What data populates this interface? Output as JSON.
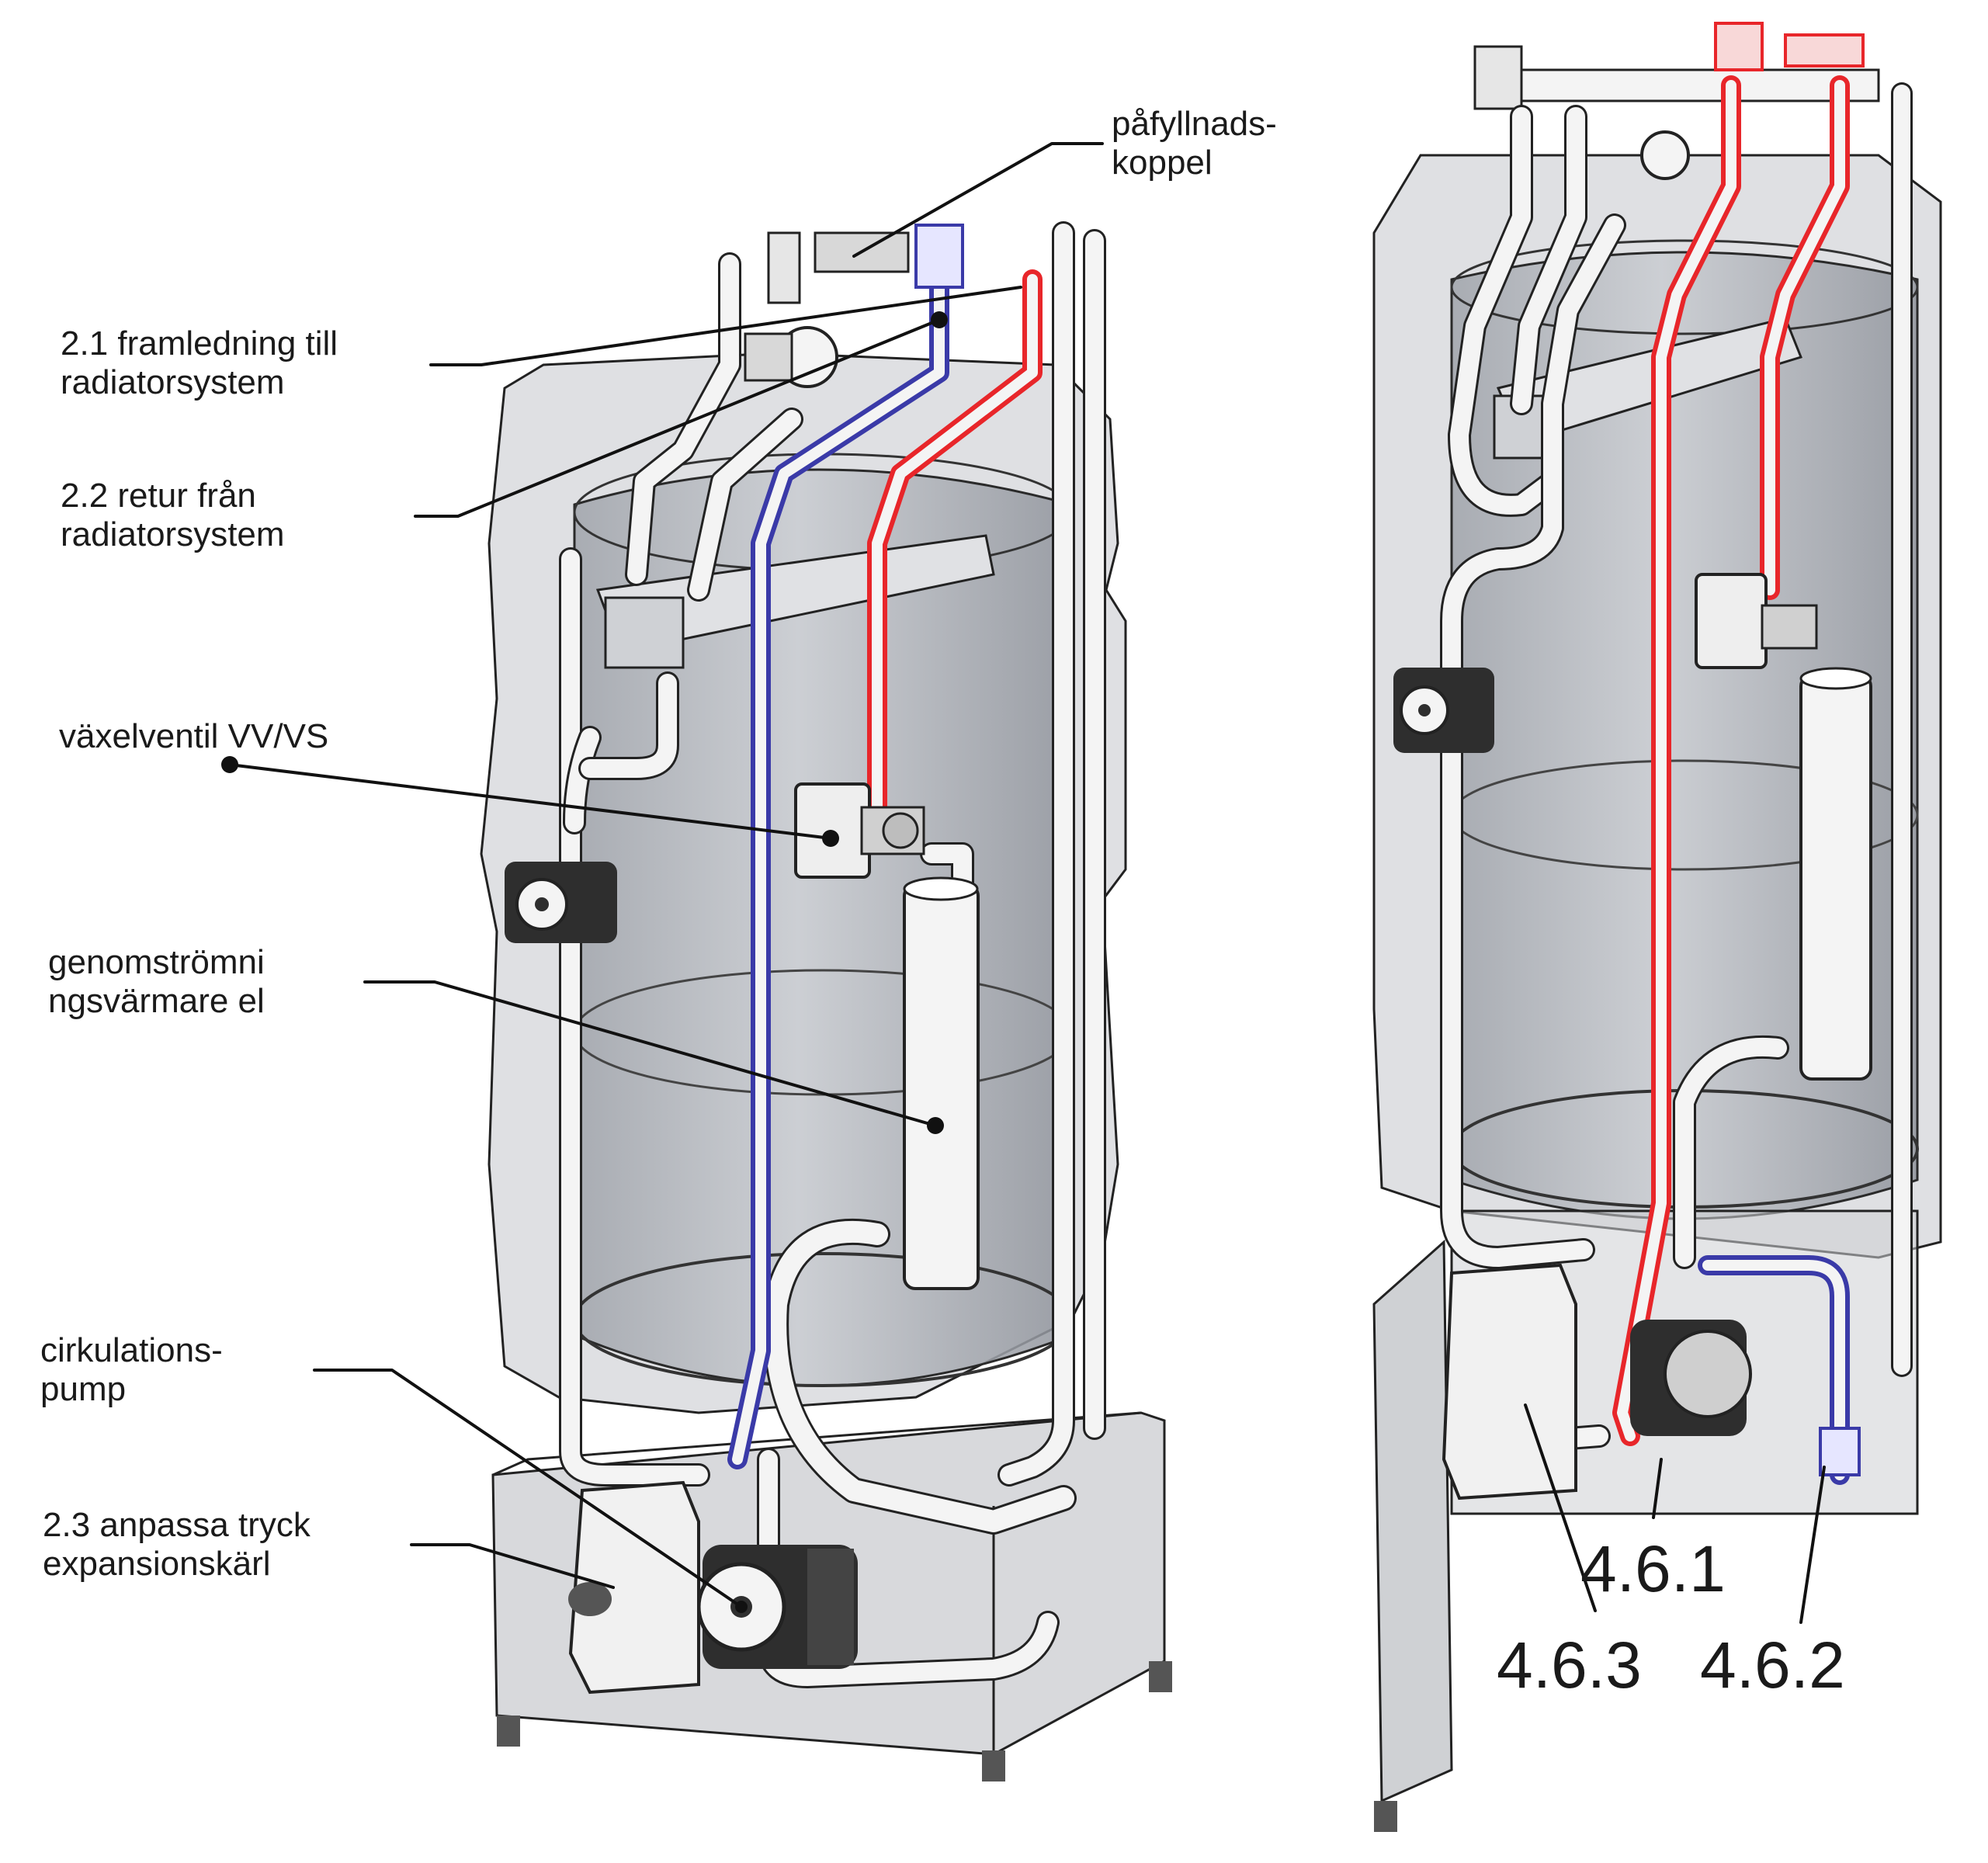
{
  "labels": {
    "pafyllnad": {
      "line1": "påfyllnads-",
      "line2": "koppel"
    },
    "framledning": {
      "line1": "2.1 framledning till",
      "line2": "radiatorsystem"
    },
    "retur": {
      "line1": "2.2 retur från",
      "line2": "radiatorsystem"
    },
    "vaxelventil": {
      "line1": "växelventil VV/VS"
    },
    "genomstromning": {
      "line1": "genomströmni",
      "line2": "ngsvärmare el"
    },
    "cirkulation": {
      "line1": "cirkulations-",
      "line2": "pump"
    },
    "expansion": {
      "line1": "2.3 anpassa tryck",
      "line2": "expansionskärl"
    }
  },
  "callouts": {
    "c461": "4.6.1",
    "c463": "4.6.3",
    "c462": "4.6.2"
  },
  "colors": {
    "supply_pipe": "#e8262a",
    "return_pipe": "#3a3aa8",
    "outline": "#222222",
    "housing_fill": "#d4d6da",
    "tank_fill": "#b9bcc2",
    "pipe_fill": "#f4f4f4",
    "pump_fill": "#2e2e2e"
  }
}
